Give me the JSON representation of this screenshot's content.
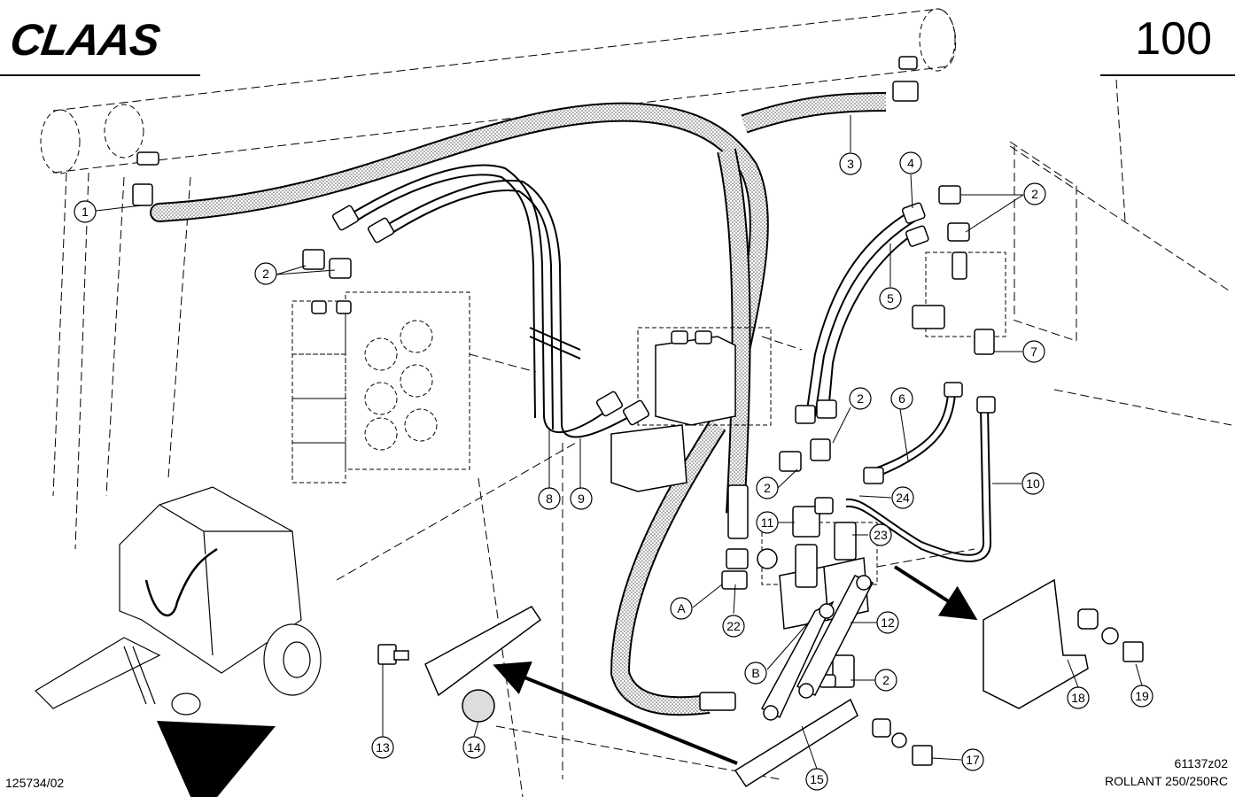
{
  "header": {
    "brand": "CLAAS",
    "page_number": "100"
  },
  "footer": {
    "doc_number": "125734/02",
    "drawing_number": "61137z02",
    "model": "ROLLANT 250/250RC"
  },
  "callouts": [
    {
      "id": "c1",
      "label": "1"
    },
    {
      "id": "c2a",
      "label": "2"
    },
    {
      "id": "c2b",
      "label": "2"
    },
    {
      "id": "c2c",
      "label": "2"
    },
    {
      "id": "c2d",
      "label": "2"
    },
    {
      "id": "c2e",
      "label": "2"
    },
    {
      "id": "c3",
      "label": "3"
    },
    {
      "id": "c4",
      "label": "4"
    },
    {
      "id": "c5",
      "label": "5"
    },
    {
      "id": "c6",
      "label": "6"
    },
    {
      "id": "c7",
      "label": "7"
    },
    {
      "id": "c8",
      "label": "8"
    },
    {
      "id": "c9",
      "label": "9"
    },
    {
      "id": "c10",
      "label": "10"
    },
    {
      "id": "c11",
      "label": "11"
    },
    {
      "id": "c12",
      "label": "12"
    },
    {
      "id": "c13",
      "label": "13"
    },
    {
      "id": "c14",
      "label": "14"
    },
    {
      "id": "c15",
      "label": "15"
    },
    {
      "id": "c17",
      "label": "17"
    },
    {
      "id": "c18",
      "label": "18"
    },
    {
      "id": "c19",
      "label": "19"
    },
    {
      "id": "c22",
      "label": "22"
    },
    {
      "id": "c23",
      "label": "23"
    },
    {
      "id": "c24",
      "label": "24"
    },
    {
      "id": "cA",
      "label": "A"
    },
    {
      "id": "cB",
      "label": "B"
    }
  ]
}
